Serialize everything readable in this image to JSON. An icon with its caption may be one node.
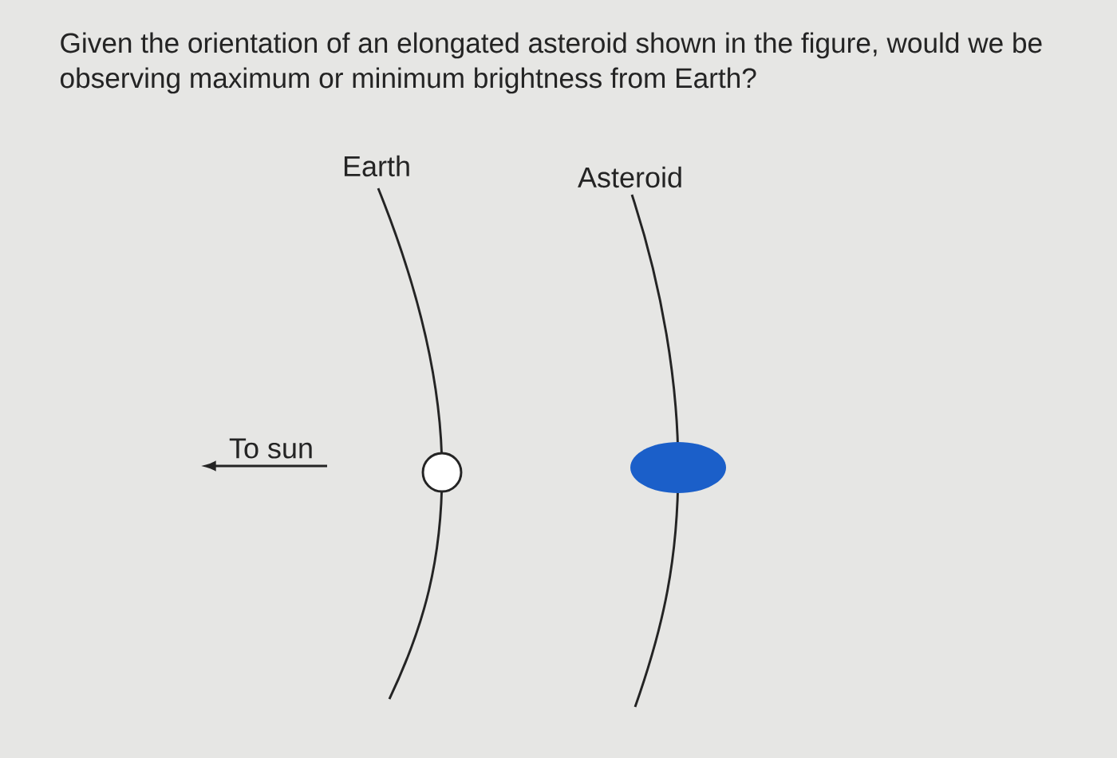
{
  "diagram": {
    "title": "Given the orientation of an elongated asteroid shown in the figure, would we be observing maximum or minimum brightness from Earth?",
    "labels": [
      "Earth",
      "Asteroid",
      "To sun"
    ]
  }
}
